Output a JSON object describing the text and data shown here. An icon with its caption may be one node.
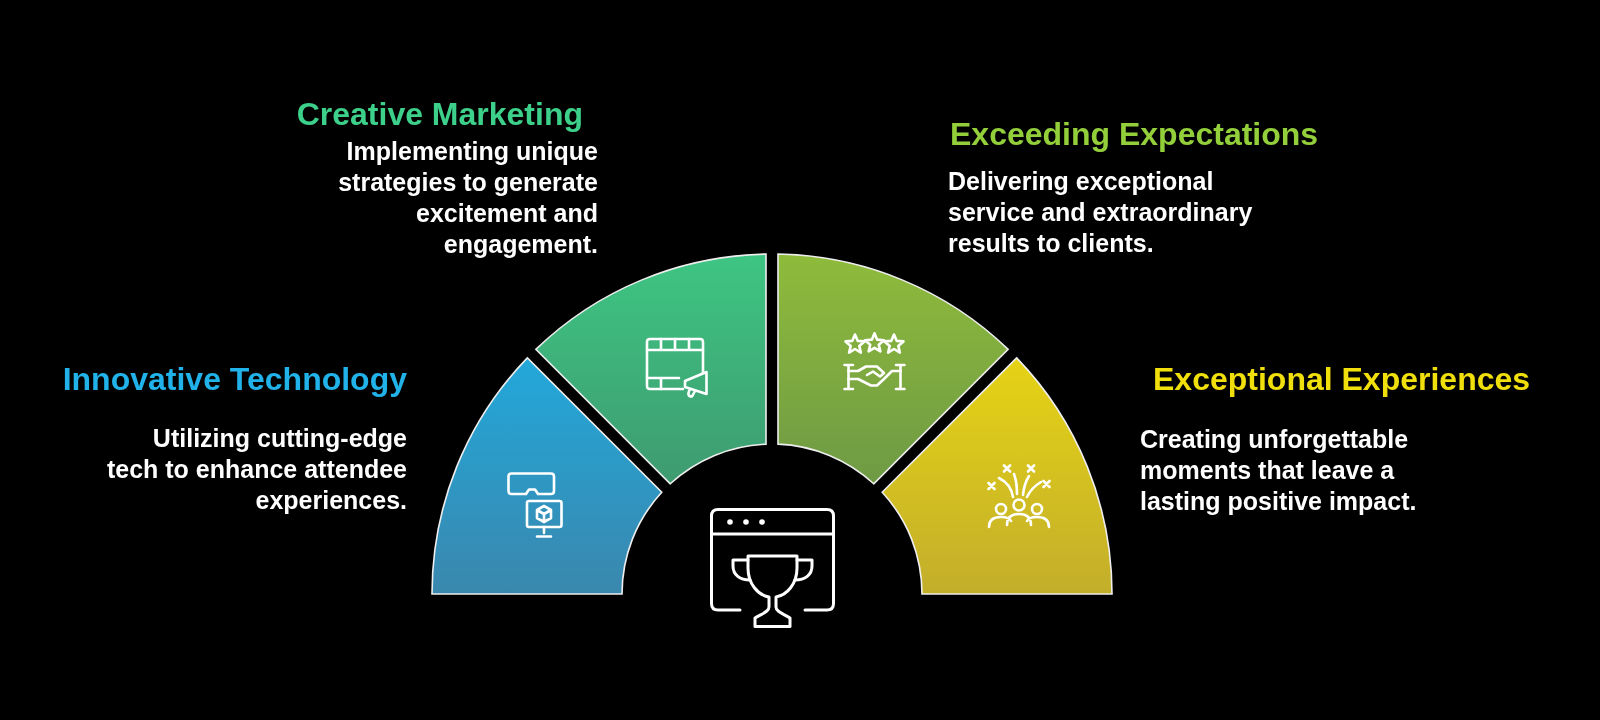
{
  "diagram": {
    "nodes": [
      {
        "text": [
          "Innovative Technology",
          "Utilizing cutting-edge tech to enhance attendee experiences."
        ]
      },
      {
        "text": [
          "Creative Marketing",
          "Implementing unique strategies to generate excitement and engagement."
        ]
      },
      {
        "text": [
          "Exceeding Expectations",
          "Delivering exceptional service and extraordinary results to clients."
        ]
      },
      {
        "text": [
          "Exceptional Experiences",
          "Creating unforgettable moments that leave a lasting positive impact."
        ]
      }
    ]
  }
}
